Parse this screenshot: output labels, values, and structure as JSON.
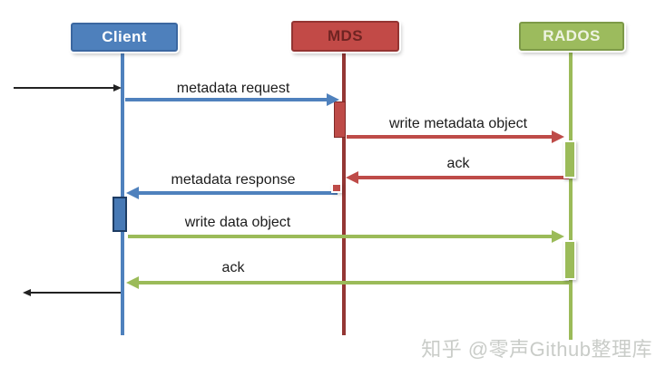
{
  "diagram_type": "sequence",
  "actors": [
    {
      "name": "Client",
      "color": "#4e80bc"
    },
    {
      "name": "MDS",
      "color": "#c24a47"
    },
    {
      "name": "RADOS",
      "color": "#9cbb5d"
    }
  ],
  "messages": [
    {
      "label": "metadata request",
      "from": "Client",
      "to": "MDS",
      "color": "#4f81bd"
    },
    {
      "label": "write metadata object",
      "from": "MDS",
      "to": "RADOS",
      "color": "#be4b48"
    },
    {
      "label": "ack",
      "from": "RADOS",
      "to": "MDS",
      "color": "#be4b48"
    },
    {
      "label": "metadata response",
      "from": "MDS",
      "to": "Client",
      "color": "#4f81bd"
    },
    {
      "label": "write data object",
      "from": "Client",
      "to": "RADOS",
      "color": "#9bbb59"
    },
    {
      "label": "ack",
      "from": "RADOS",
      "to": "Client",
      "color": "#9bbb59"
    }
  ],
  "external_arrows": [
    {
      "direction": "right",
      "target": "Client"
    },
    {
      "direction": "left",
      "source": "Client"
    }
  ],
  "watermark": "知乎 @零声Github整理库"
}
